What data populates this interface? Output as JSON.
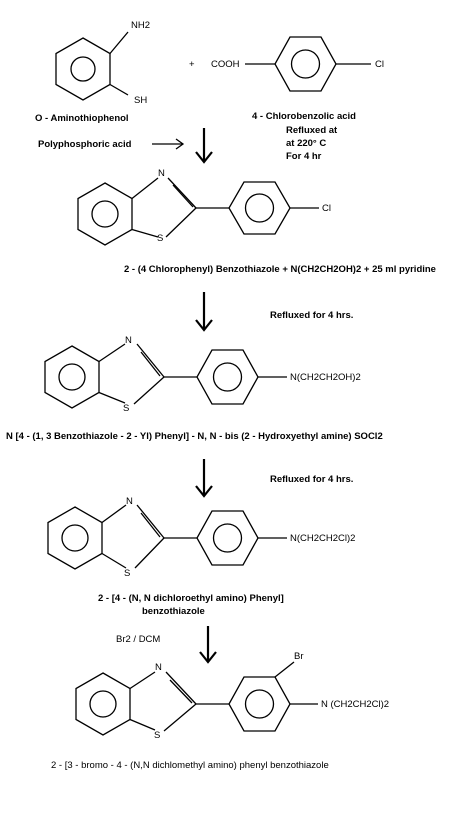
{
  "reactant1": {
    "name": "O - Aminothiophenol",
    "sub_top": "NH2",
    "sub_bottom": "SH"
  },
  "plus_sign": "+",
  "reactant2": {
    "name": "4 - Chlorobenzolic acid",
    "left_group": "COOH",
    "right_group": "Cl"
  },
  "step1": {
    "reagent": "Polyphosphoric acid",
    "cond_line1": "Refluxed at",
    "cond_line2": "at 220° C",
    "cond_line3": "For  4 hr"
  },
  "atoms": {
    "N": "N",
    "S": "S"
  },
  "product1": {
    "sub": "Cl",
    "name": "2 - (4 Chlorophenyl) Benzothiazole + N(CH2CH2OH)2 + 25 ml pyridine"
  },
  "step2": {
    "condition": "Refluxed for 4 hrs."
  },
  "product2": {
    "sub": "N(CH2CH2OH)2",
    "name": "N [4 - (1, 3 Benzothiazole - 2 - Yl) Phenyl] - N, N - bis (2 - Hydroxyethyl amine) SOCl2"
  },
  "step3": {
    "condition": "Refluxed for 4 hrs."
  },
  "product3": {
    "sub": "N(CH2CH2Cl)2",
    "name_line1": "2 - [4 - (N, N dichloroethyl amino) Phenyl]",
    "name_line2": "benzothiazole"
  },
  "step4": {
    "reagent": "Br2 / DCM"
  },
  "product4": {
    "sub_br": "Br",
    "sub_n": "N (CH2CH2Cl)2",
    "name": "2 - [3 - bromo - 4 - (N,N dichlomethyl amino) phenyl benzothiazole"
  }
}
